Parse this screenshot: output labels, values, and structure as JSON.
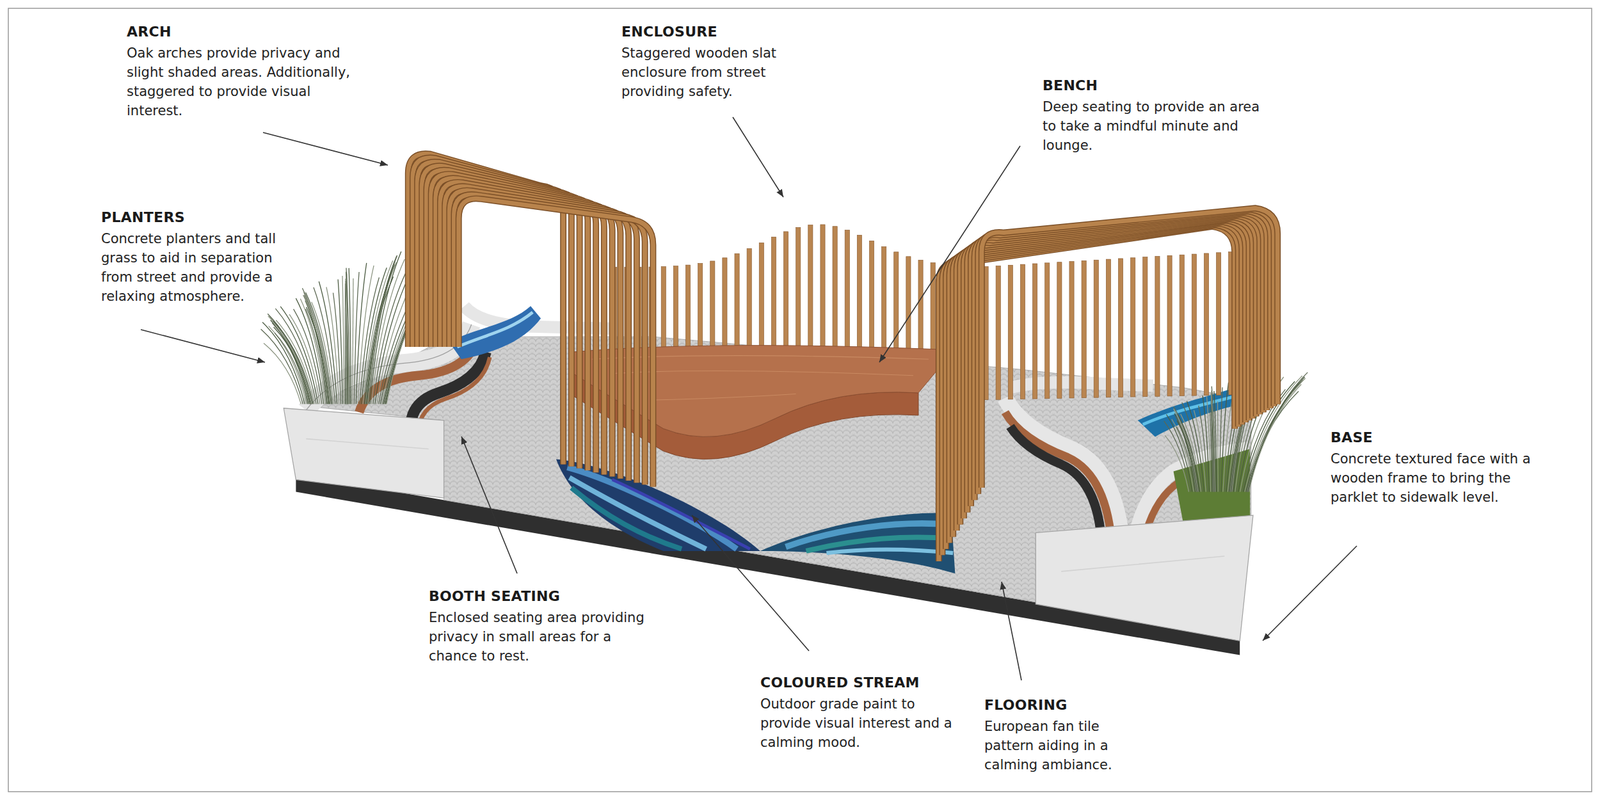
{
  "diagram": {
    "labels": [
      "ARCH",
      "Oak arches provide privacy and slight shaded areas. Additionally, staggered to provide visual interest.",
      "ENCLOSURE",
      "Staggered wooden slat enclosure from street providing safety.",
      "BENCH",
      "Deep seating to provide an area to take a mindful minute and lounge.",
      "PLANTERS",
      "Concrete planters and tall grass to aid in separation from street and provide a relaxing atmosphere.",
      "BASE",
      "Concrete textured face with a wooden frame to bring the parklet to sidewalk level.",
      "BOOTH SEATING",
      "Enclosed seating area providing privacy in small areas for a chance to rest.",
      "COLOURED STREAM",
      "Outdoor grade paint to provide visual interest and a calming mood.",
      "FLOORING",
      "European fan tile pattern aiding in a calming ambiance."
    ]
  }
}
